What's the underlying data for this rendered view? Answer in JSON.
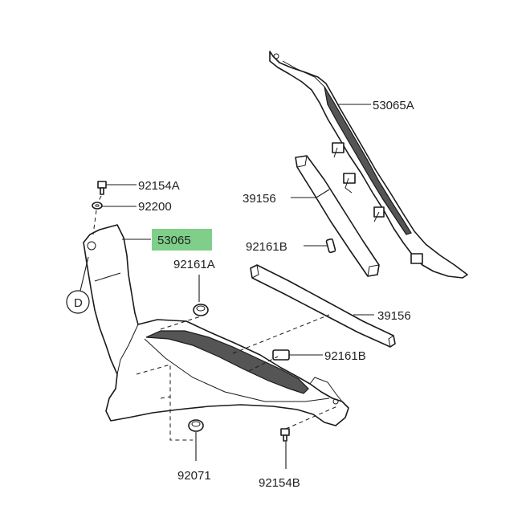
{
  "parts": {
    "p53065A": "53065A",
    "p92154A": "92154A",
    "p92200": "92200",
    "p53065": "53065",
    "p39156_top": "39156",
    "p92161B_top": "92161B",
    "p92161A": "92161A",
    "p39156_mid": "39156",
    "p92161B_mid": "92161B",
    "p92071": "92071",
    "p92154B": "92154B"
  },
  "ref_marker": "D",
  "highlight_color": "#7fcf8a"
}
